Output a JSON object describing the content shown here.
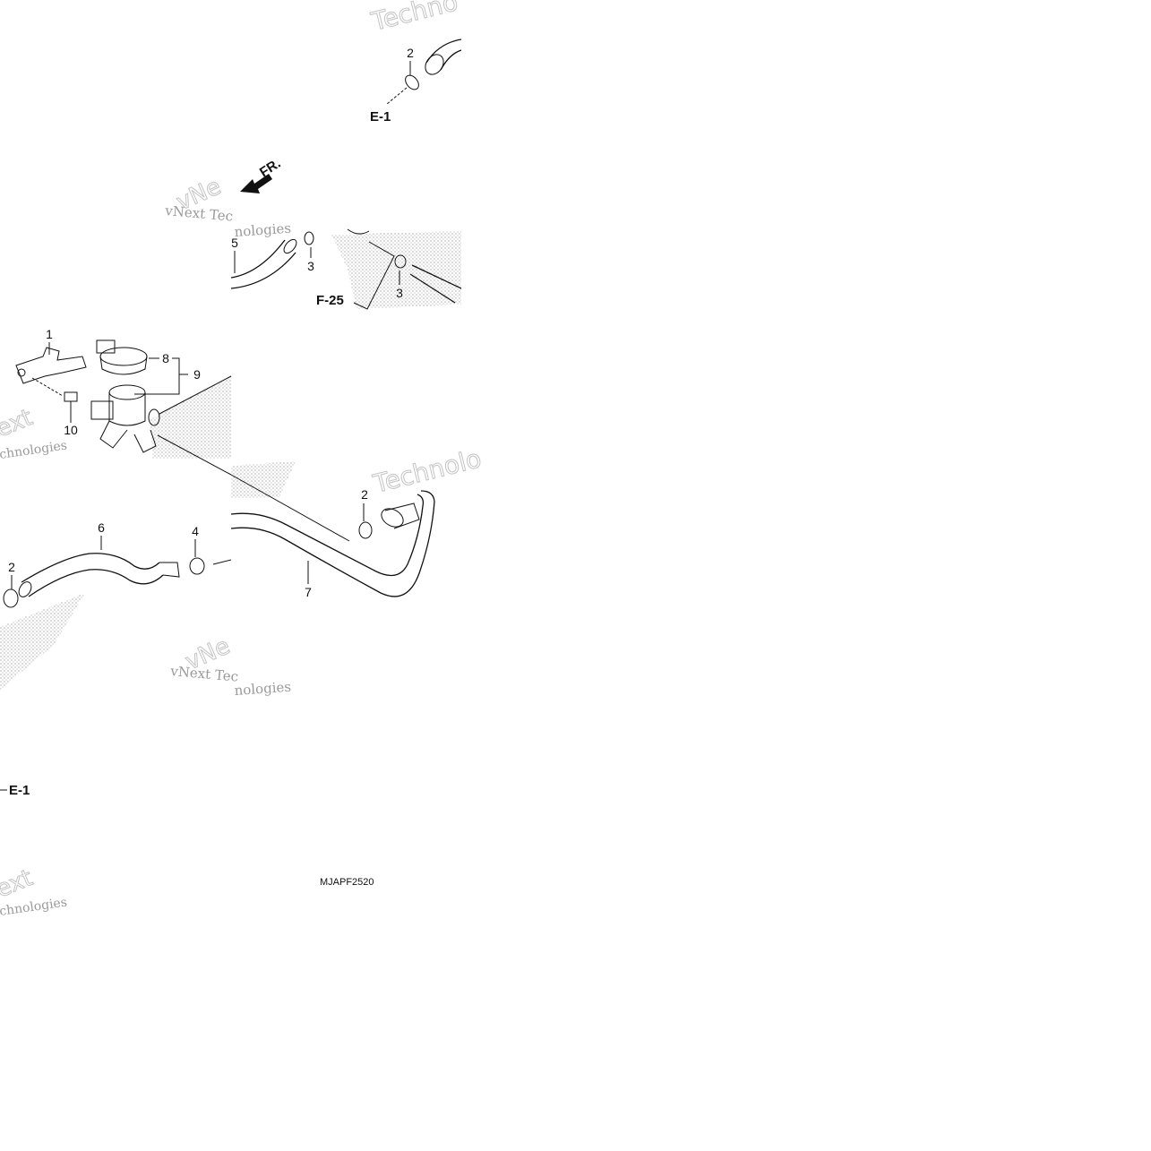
{
  "callouts": {
    "c1": "1",
    "c2a": "2",
    "c2b": "2",
    "c2c": "2",
    "c3a": "3",
    "c3b": "3",
    "c4": "4",
    "c5": "5",
    "c6": "6",
    "c7": "7",
    "c8": "8",
    "c9": "9",
    "c10": "10"
  },
  "references": {
    "e1_top": "E-1",
    "e1_bottom": "E-1",
    "f25": "F-25",
    "front": "FR."
  },
  "diagram_code": "MJAPF2520",
  "watermarks": {
    "w1": "Techno",
    "w2": "vNe",
    "w3": "vNext Tec",
    "w4": "nologies",
    "w5": "ext",
    "w6": "chnologies",
    "w7": "Technolo",
    "w8": "vNe",
    "w9": "vNext Tec",
    "w10": "nologies",
    "w11": "ext",
    "w12": "chnologies"
  }
}
